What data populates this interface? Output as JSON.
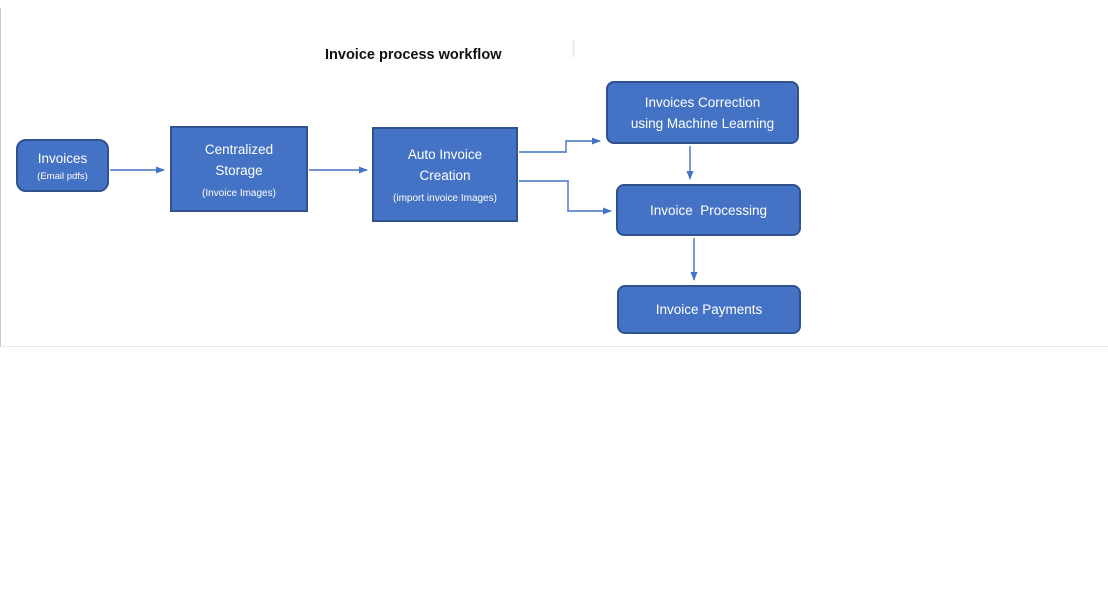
{
  "title": "Invoice process workflow",
  "colors": {
    "node_fill": "#4472C4",
    "node_border": "#2F528F",
    "arrow": "#4472C4",
    "node_text": "#FFFFFF",
    "title_text": "#111111"
  },
  "diagram": {
    "nodes": [
      {
        "id": "invoices",
        "shape": "rounded-rectangle",
        "label": "Invoices",
        "sublabel": "(Email pdfs)"
      },
      {
        "id": "centralized-storage",
        "shape": "rectangle",
        "label1": "Centralized",
        "label2": "Storage",
        "sublabel": "(Invoice Images)"
      },
      {
        "id": "auto-invoice-creation",
        "shape": "rectangle",
        "label1": "Auto Invoice",
        "label2": "Creation",
        "sublabel": "(import invoice Images)"
      },
      {
        "id": "invoices-correction-ml",
        "shape": "rounded-rectangle",
        "label1": "Invoices Correction",
        "label2": "using Machine Learning"
      },
      {
        "id": "invoice-processing",
        "shape": "rounded-rectangle",
        "label": "Invoice  Processing"
      },
      {
        "id": "invoice-payments",
        "shape": "rounded-rectangle",
        "label": "Invoice Payments"
      }
    ],
    "edges": [
      {
        "from": "invoices",
        "to": "centralized-storage",
        "style": "straight-right"
      },
      {
        "from": "centralized-storage",
        "to": "auto-invoice-creation",
        "style": "straight-right"
      },
      {
        "from": "auto-invoice-creation",
        "to": "invoices-correction-ml",
        "style": "elbow"
      },
      {
        "from": "auto-invoice-creation",
        "to": "invoice-processing",
        "style": "elbow"
      },
      {
        "from": "invoices-correction-ml",
        "to": "invoice-processing",
        "style": "straight-down"
      },
      {
        "from": "invoice-processing",
        "to": "invoice-payments",
        "style": "straight-down"
      }
    ]
  }
}
